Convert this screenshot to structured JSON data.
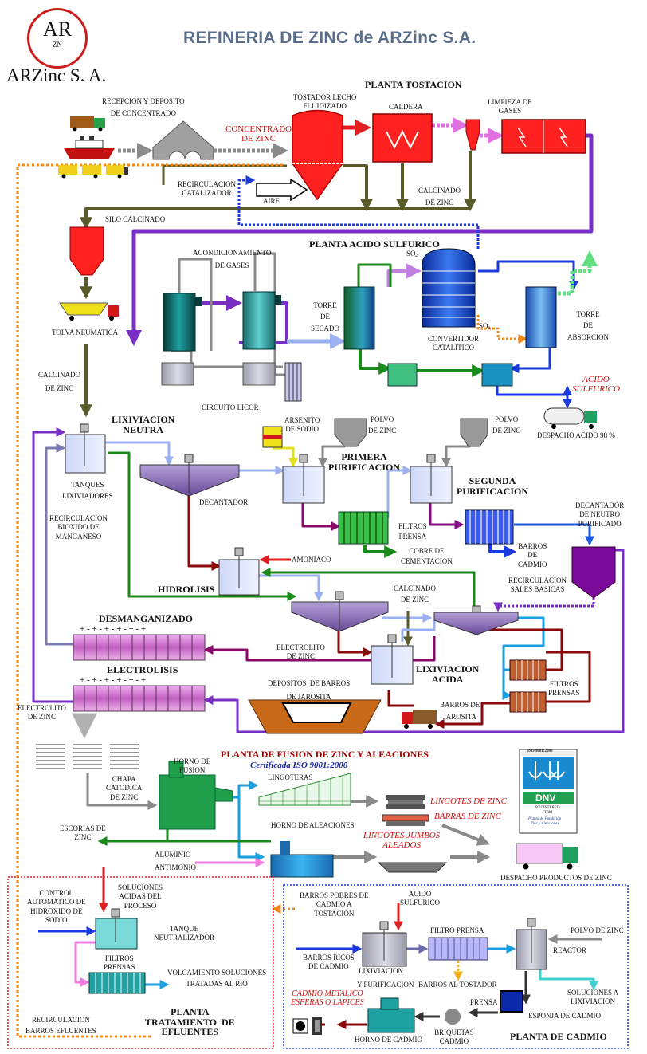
{
  "header": {
    "title": "REFINERIA DE ZINC de ARZinc S.A.",
    "logo_text": "AR",
    "logo_sub": "ZN",
    "brand": "ARZinc S. A."
  },
  "sections": {
    "tostacion": "PLANTA TOSTACION",
    "acido": "PLANTA ACIDO SULFURICO",
    "lix_neutra": "LIXIVIACION\nNEUTRA",
    "primera_purif": "PRIMERA\nPURIFICACION",
    "segunda_purif": "SEGUNDA\nPURIFICACION",
    "hidrolisis": "HIDROLISIS",
    "desmanganizado": "DESMANGANIZADO",
    "electrolisis": "ELECTROLISIS",
    "lix_acida": "LIXIVIACION\nACIDA",
    "fusion": "PLANTA DE FUSION DE  ZINC Y ALEACIONES",
    "fusion_cert": "Certificada ISO 9001:2000",
    "efluentes": "PLANTA\nTRATAMIENTO  DE\nEFLUENTES",
    "cadmio": "PLANTA DE CADMIO"
  },
  "labels": {
    "recepcion": "RECEPCION Y DEPOSITO\nDE CONCENTRADO",
    "concentrado": "CONCENTRADO\nDE ZINC",
    "tostador": "TOSTADOR LECHO\nFLUIDIZADO",
    "caldera": "CALDERA",
    "limpieza": "LIMPIEZA DE\nGASES",
    "recirc_catalizador": "RECIRCULACION\nCATALIZADOR",
    "aire": "AIRE",
    "calcinado_zinc_1": "CALCINADO\nDE ZINC",
    "silo": "SILO CALCINADO",
    "acondicionamiento": "ACONDICIONAMIENTO\nDE GASES",
    "so2": "SO",
    "so3": "SO",
    "torre_secado": "TORRE\nDE\nSECADO",
    "convertidor": "CONVERTIDOR\nCATALITICO",
    "torre_absorcion": "TORRE\nDE\nABSORCION",
    "tolva": "TOLVA NEUMATICA",
    "circuito": "CIRCUITO LICOR",
    "acido_sulfurico": "ACIDO\nSULFURICO",
    "despacho_acido": "DESPACHO ACIDO 98 %",
    "calcinado_zinc_2": "CALCINADO\nDE ZINC",
    "arsenito": "ARSENITO\nDE SODIO",
    "polvo_zinc_1": "POLVO\nDE ZINC",
    "polvo_zinc_2": "POLVO\nDE ZINC",
    "tanques": "TANQUES\nLIXIVIADORES",
    "decantador": "DECANTADOR",
    "filtros_prensa_1": "FILTROS\nPRENSA",
    "cobre": "COBRE DE\nCEMENTACION",
    "barros_cadmio": "BARROS\nDE\nCADMIO",
    "decantador_neutro": "DECANTADOR\nDE NEUTRO\nPURIFICADO",
    "recirc_bioxido": "RECIRCULACION\nBIOXIDO DE\nMANGANESO",
    "amoniaco": "AMONIACO",
    "recirc_sales": "RECIRCULACION\nSALES BASICAS",
    "calcinado_zinc_3": "CALCINADO\nDE ZINC",
    "electrolito_1": "ELECTROLITO\nDE ZINC",
    "electrolito_2": "ELECTROLITO\nDE ZINC",
    "depositos": "DEPOSITOS  DE BARROS\nDE JAROSITA",
    "barros_jarosita": "BARROS DE\nJAROSITA",
    "filtros_prensas_2": "FILTROS\nPRENSAS",
    "chapa": "CHAPA\nCATODICA\nDE ZINC",
    "horno_fusion": "HORNO DE\nFUSION",
    "lingoteras": "LINGOTERAS",
    "lingotes": "LINGOTES DE ZINC",
    "barras": "BARRAS DE ZINC",
    "jumbos": "LINGOTES JUMBOS\nALEADOS",
    "escorias": "ESCORIAS DE\nZINC",
    "horno_aleaciones": "HORNO DE ALEACIONES",
    "aluminio": "ALUMINIO",
    "antimonio": "ANTIMONIO",
    "despacho_productos": "DESPACHO PRODUCTOS DE ZINC",
    "control": "CONTROL\nAUTOMATICO DE\nHIDROXIDO DE\nSODIO",
    "soluciones_acidas": "SOLUCIONES\nACIDAS DEL\nPROCESO",
    "tanque_neutralizador": "TANQUE\nNEUTRALIZADOR",
    "filtros_prensas_3": "FILTROS\nPRENSAS",
    "volcamiento": "VOLCAMIENTO SOLUCIONES\nTRATADAS AL RIO",
    "recirc_barros": "RECIRCULACION\nBARROS EFLUENTES",
    "barros_pobres": "BARROS POBRES DE\nCADMIO A\nTOSTACION",
    "acido_sulfurico_2": "ACIDO\nSULFURICO",
    "filtro_prensa": "FILTRO PRENSA",
    "polvo_zinc_3": "POLVO DE ZINC",
    "barros_ricos": "BARROS RICOS\nDE CADMIO",
    "lixiviacion": "LIXIVIACION",
    "y_purificacion": "Y PURIFICACION",
    "barros_tostador": "BARROS  AL TOSTADOR",
    "reactor": "REACTOR",
    "soluciones_lix": "SOLUCIONES A\nLIXIVIACION",
    "cadmio_metalico": "CADMIO METALICO\nESFERAS O LAPICES",
    "prensa": "PRENSA",
    "esponja": "ESPONJA DE CADMIO",
    "briquetas": "BRIQUETAS\nCADMIO",
    "horno_cadmio": "HORNO DE CADMIO"
  },
  "cert_badge": {
    "top": "ISO 9001:2000",
    "brand": "DNV",
    "registered": "REGISTERED\nFIRM",
    "caption": "Planta de Fundición\nZinc y Aleaciones"
  },
  "colors": {
    "purple": "#7a2fc4",
    "red": "#e02020",
    "green": "#1a8a1a",
    "olive": "#5a5a2a",
    "blue": "#1a3ae0",
    "lightblue": "#9bb0f0",
    "darkred": "#8a0a0a",
    "cyan": "#1aa0e0",
    "orange": "#f08a1a",
    "pink": "#f07ae0",
    "gray": "#8a8a8a",
    "teal": "#20a0a0"
  }
}
